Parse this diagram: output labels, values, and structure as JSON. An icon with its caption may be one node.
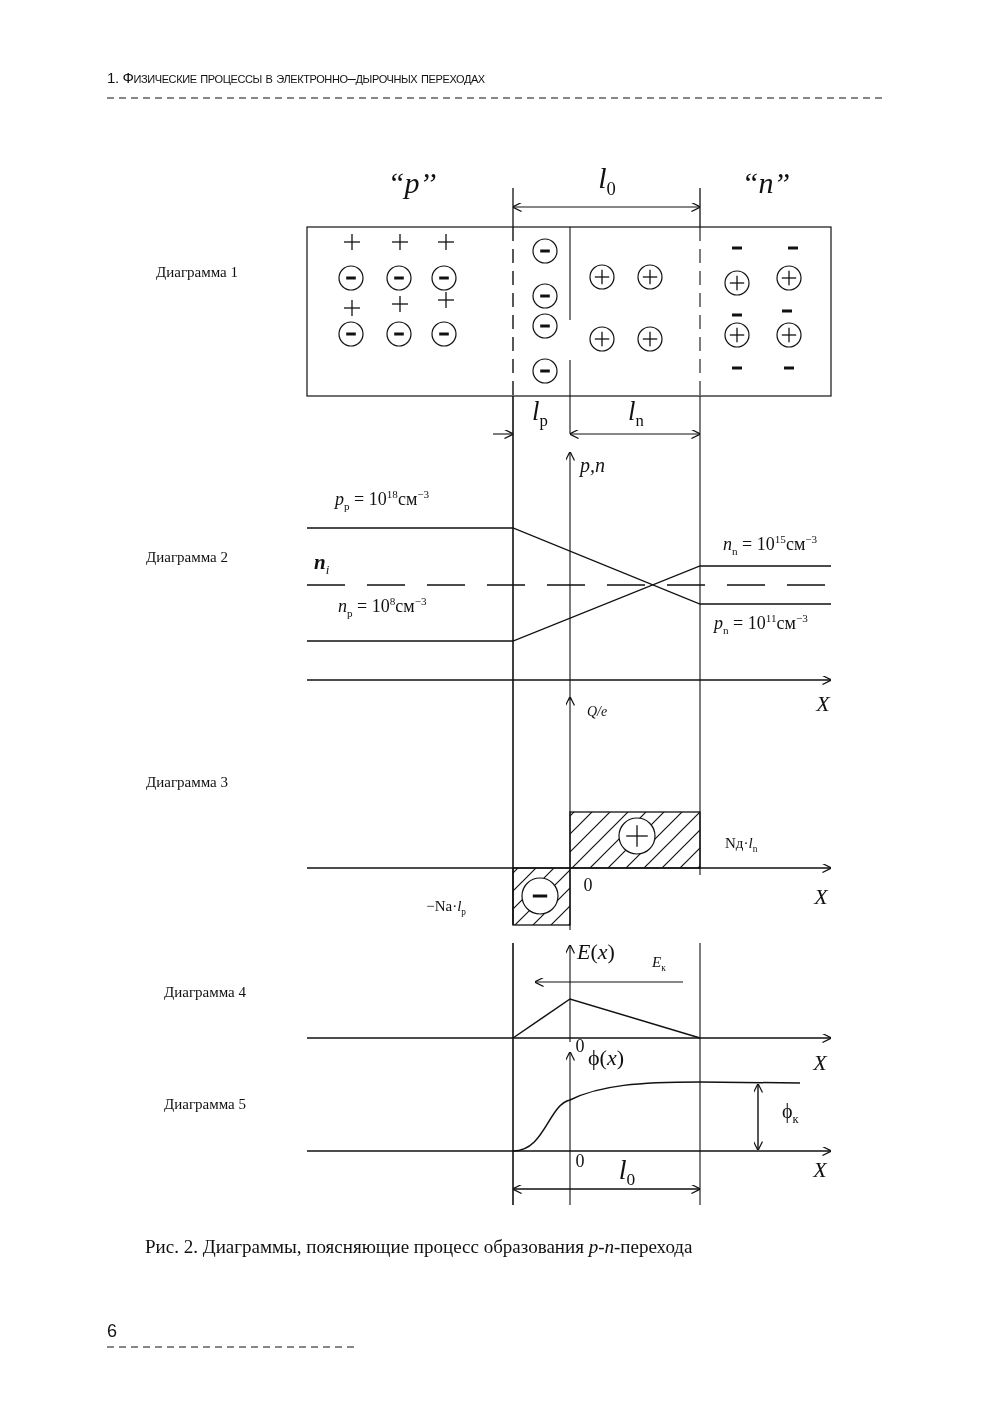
{
  "diagram": {
    "caption": "Рис. 2. Диаграммы, поясняющие процесс образования *p*-*n*-перехода",
    "labels": [
      "1. Физические процессы в электронно–дырочных переходах",
      "“p’’",
      "*l*$_{0}$",
      "“n”",
      "Диаграмма 1",
      "*l*$_{p}$",
      "*l*$_{n}$",
      "p,n",
      "*p*$_{p}$ = 10$^{18}$см$^{−3}$",
      "Диаграмма 2",
      "**n**$_{i}$",
      "*n*$_{n}$ = 10$^{15}$см$^{−3}$",
      "*n*$_{p}$ = 10$^{8}$см$^{−3}$",
      "*p*$_{n}$ = 10$^{11}$см$^{−3}$",
      "X",
      "Q/e",
      "Диаграмма 3",
      "Nд·*l*$_{n}$",
      "0",
      "−Nа·*l*$_{p}$",
      "X",
      "*E*(*x*)",
      "*E*$_{к}$",
      "Диаграмма 4",
      "0",
      "X",
      "ϕ(*x*)",
      "Диаграмма 5",
      "ϕ$_{к}$",
      "0",
      "X",
      "*l*$_{0}$",
      "6"
    ]
  }
}
